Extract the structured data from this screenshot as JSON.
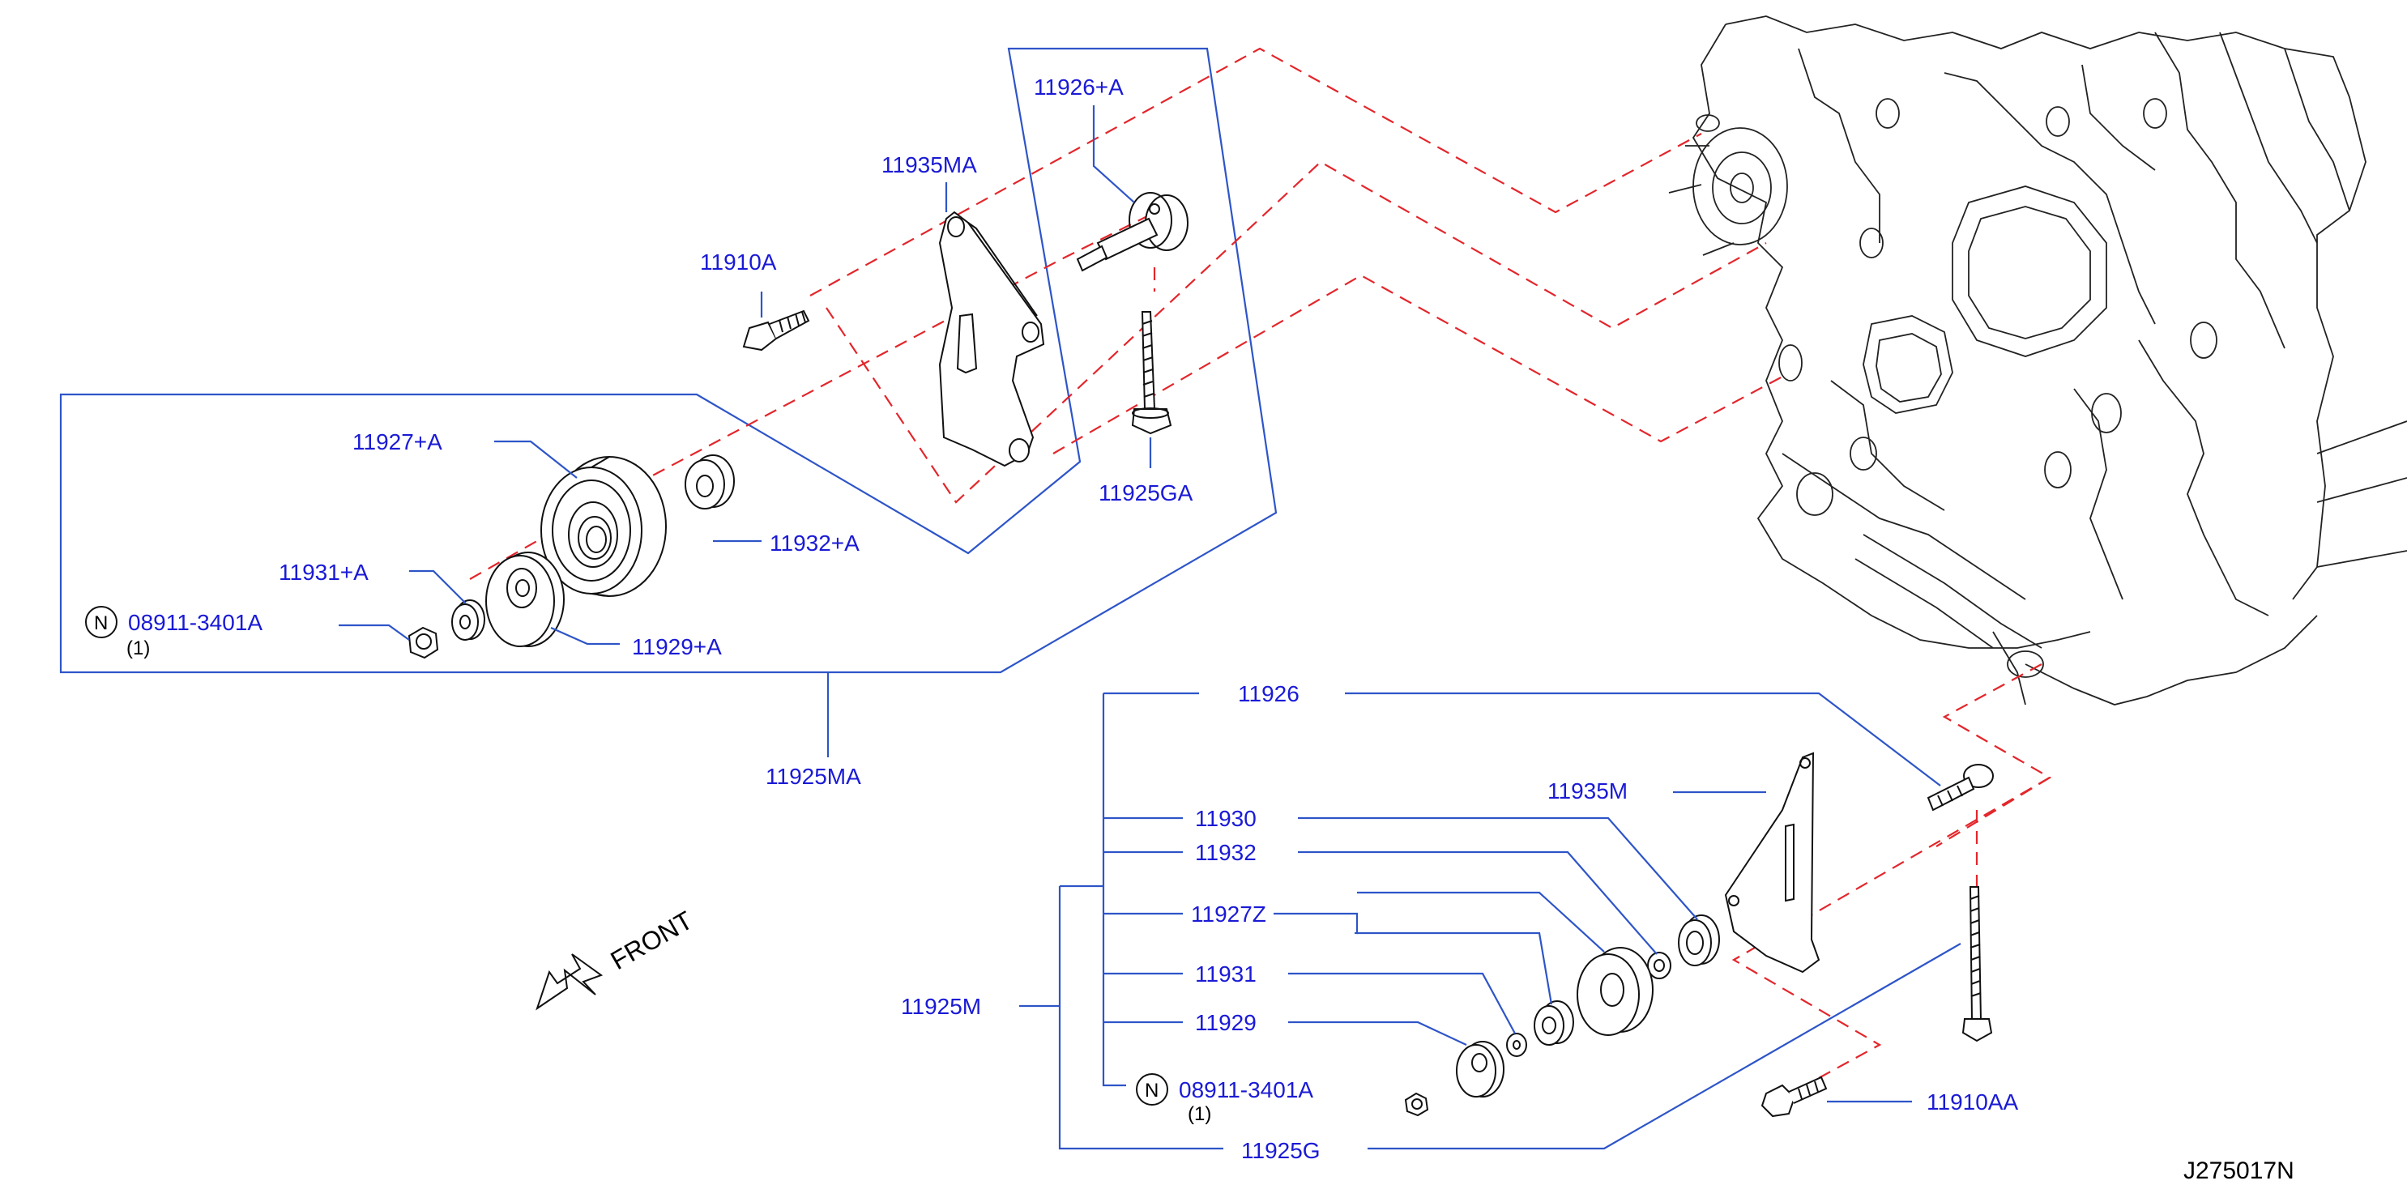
{
  "diagram_id": "J275017N",
  "front_label": "FRONT",
  "parts": {
    "p11926A": "11926+A",
    "p11935MA": "11935MA",
    "p11910A": "11910A",
    "p11927A": "11927+A",
    "p11932A": "11932+A",
    "p11931A": "11931+A",
    "p11929A": "11929+A",
    "p11925GA": "11925GA",
    "nut_top": "08911-3401A",
    "nut_top_qty": "(1)",
    "p11925MA": "11925MA",
    "p11926": "11926",
    "p11930": "11930",
    "p11932": "11932",
    "p11927Z": "11927Z",
    "p11931": "11931",
    "p11929": "11929",
    "p11935M": "11935M",
    "p11925M": "11925M",
    "nut_bottom": "08911-3401A",
    "nut_bottom_qty": "(1)",
    "p11925G": "11925G",
    "p11910AA": "11910AA"
  },
  "nut_symbol": "N",
  "colors": {
    "label": "#1a1ad6",
    "leader": "#2e55c8",
    "dashed": "#e3262b",
    "outline": "#111111"
  }
}
